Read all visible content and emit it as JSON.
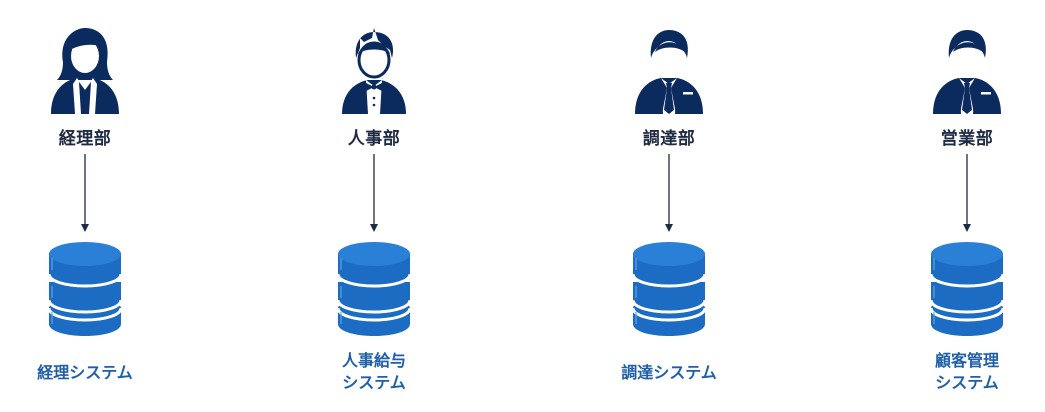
{
  "colors": {
    "person": "#0b2a5e",
    "database": "#1c6cc4",
    "dept_text": "#1f2a44",
    "system_text": "#1f5fa8",
    "arrow": "#1f2a44"
  },
  "departments": [
    {
      "name": "経理部",
      "icon": "woman-icon",
      "system": "経理システム"
    },
    {
      "name": "人事部",
      "icon": "man-bowtie-icon",
      "system": "人事給与\nシステム"
    },
    {
      "name": "調達部",
      "icon": "man-tie-icon",
      "system": "調達システム"
    },
    {
      "name": "営業部",
      "icon": "man-tie-icon",
      "system": "顧客管理\nシステム"
    }
  ]
}
